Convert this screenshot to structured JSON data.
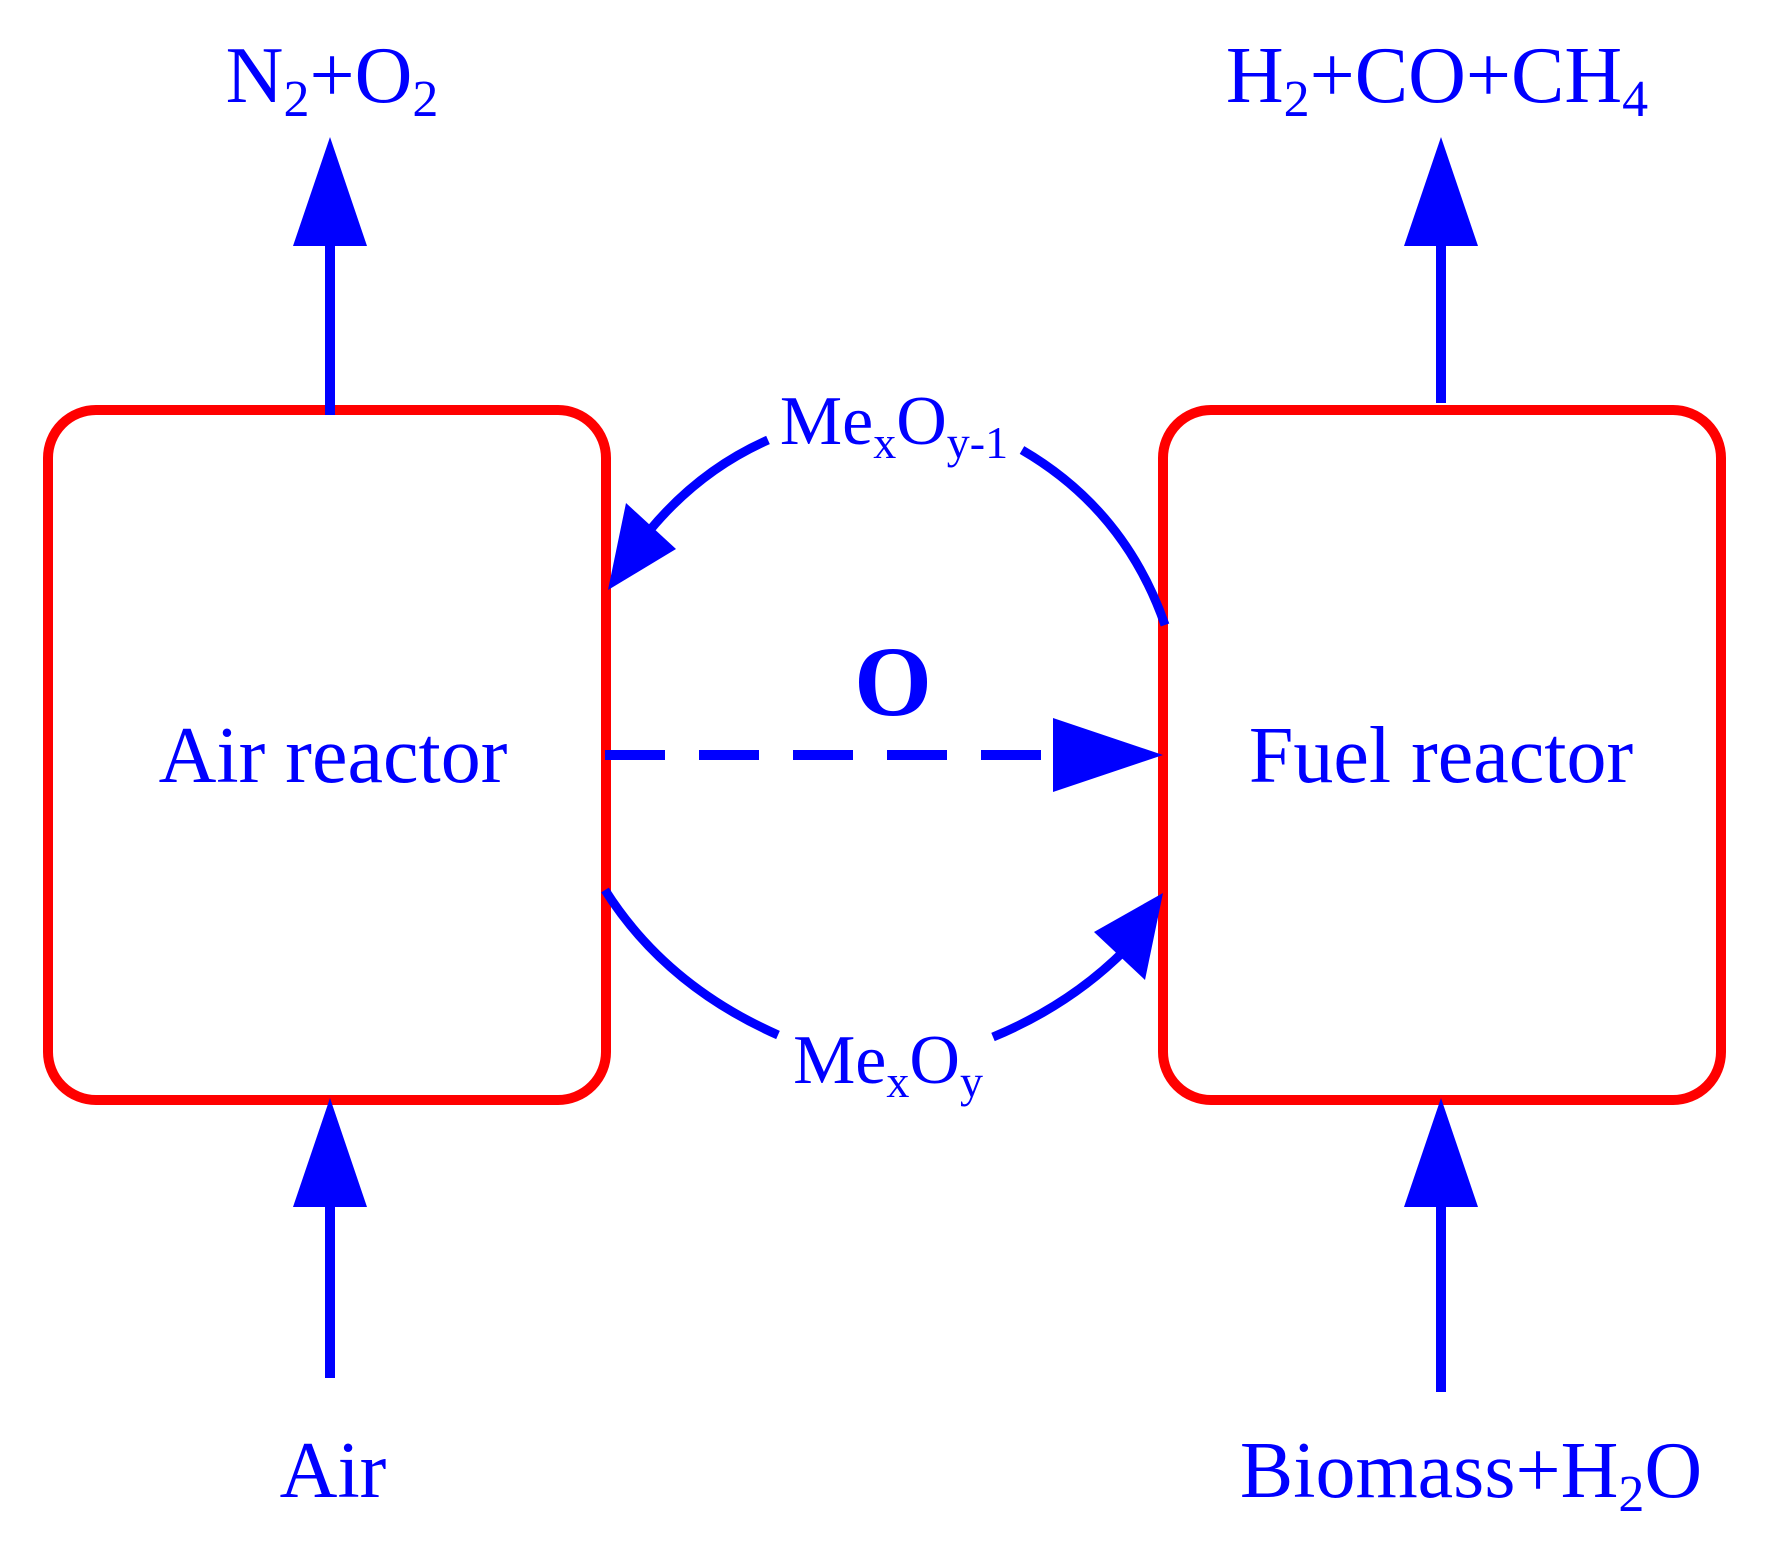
{
  "colors": {
    "reactor_border": "#ff0000",
    "flow": "#0000ff",
    "background": "#ffffff"
  },
  "air_reactor": {
    "label": "Air reactor",
    "inlet": "Air",
    "outlet": {
      "a": "N",
      "a_sub": "2",
      "plus": "+",
      "b": "O",
      "b_sub": "2"
    }
  },
  "fuel_reactor": {
    "label": "Fuel reactor",
    "inlet": {
      "a": "Biomass+H",
      "a_sub": "2",
      "b": "O"
    },
    "outlet": {
      "a": "H",
      "a_sub": "2",
      "b": "+CO+CH",
      "b_sub": "4"
    }
  },
  "carrier_reduced": {
    "base": "Me",
    "sub1": "x",
    "mid": "O",
    "sub2": "y-1"
  },
  "carrier_oxidized": {
    "base": "Me",
    "sub1": "x",
    "mid": "O",
    "sub2": "y"
  },
  "oxygen_transfer": "O"
}
